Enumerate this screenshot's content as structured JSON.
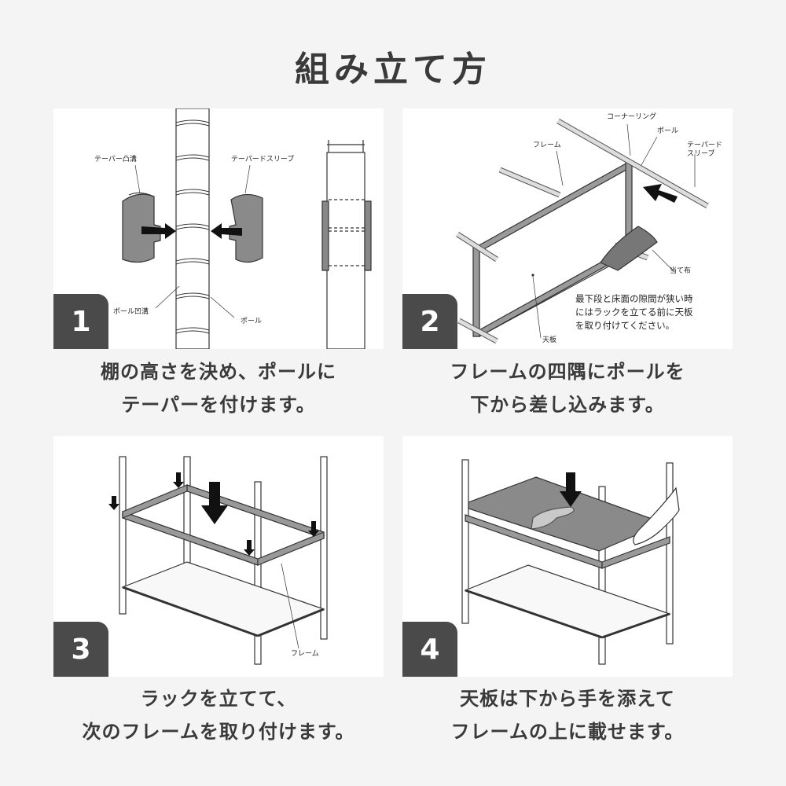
{
  "title": "組み立て方",
  "steps": [
    {
      "number": "1",
      "caption": [
        "棚の高さを決め、ポールに",
        "テーパーを付けます。"
      ],
      "labels": {
        "taper_groove": "テーパー凸溝",
        "taper_sleeve": "テーパードスリーブ",
        "pole_groove": "ポール凹溝",
        "pole": "ポール"
      }
    },
    {
      "number": "2",
      "caption": [
        "フレームの四隅にポールを",
        "下から差し込みます。"
      ],
      "labels": {
        "corner_ring": "コーナーリング",
        "frame": "フレーム",
        "pole": "ポール",
        "taper_sleeve": "テーパード\nスリーブ",
        "pad_cloth": "当て布",
        "top_board": "天板"
      },
      "note": [
        "最下段と床面の隙間が狭い時",
        "にはラックを立てる前に天板",
        "を取り付けてください。"
      ]
    },
    {
      "number": "3",
      "caption": [
        "ラックを立てて、",
        "次のフレームを取り付けます。"
      ],
      "labels": {
        "frame": "フレーム"
      }
    },
    {
      "number": "4",
      "caption": [
        "天板は下から手を添えて",
        "フレームの上に載せます。"
      ],
      "labels": {}
    }
  ],
  "colors": {
    "background": "#f4f4f4",
    "panel": "#ffffff",
    "badge": "#4a4a4a",
    "text": "#3a3a3a"
  }
}
